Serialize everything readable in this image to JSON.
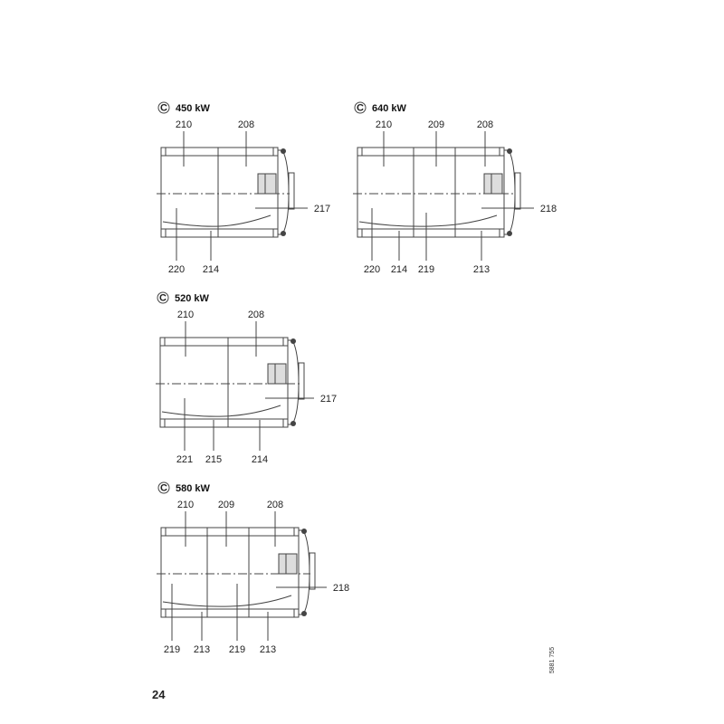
{
  "diagrams": [
    {
      "title": "450 kW",
      "symbol": "C",
      "top_labels": [
        "210",
        "208"
      ],
      "bottom_labels": [
        "220",
        "214"
      ],
      "side_label": "217"
    },
    {
      "title": "640 kW",
      "symbol": "C",
      "top_labels": [
        "210",
        "209",
        "208"
      ],
      "bottom_labels": [
        "220",
        "214",
        "219",
        "213"
      ],
      "side_label": "218"
    },
    {
      "title": "520 kW",
      "symbol": "C",
      "top_labels": [
        "210",
        "208"
      ],
      "bottom_labels": [
        "221",
        "215",
        "214"
      ],
      "side_label": "217"
    },
    {
      "title": "580 kW",
      "symbol": "C",
      "top_labels": [
        "210",
        "209",
        "208"
      ],
      "bottom_labels": [
        "219",
        "213",
        "219",
        "213"
      ],
      "side_label": "218"
    }
  ],
  "page_number": "24",
  "drawing_code": "5881 755"
}
